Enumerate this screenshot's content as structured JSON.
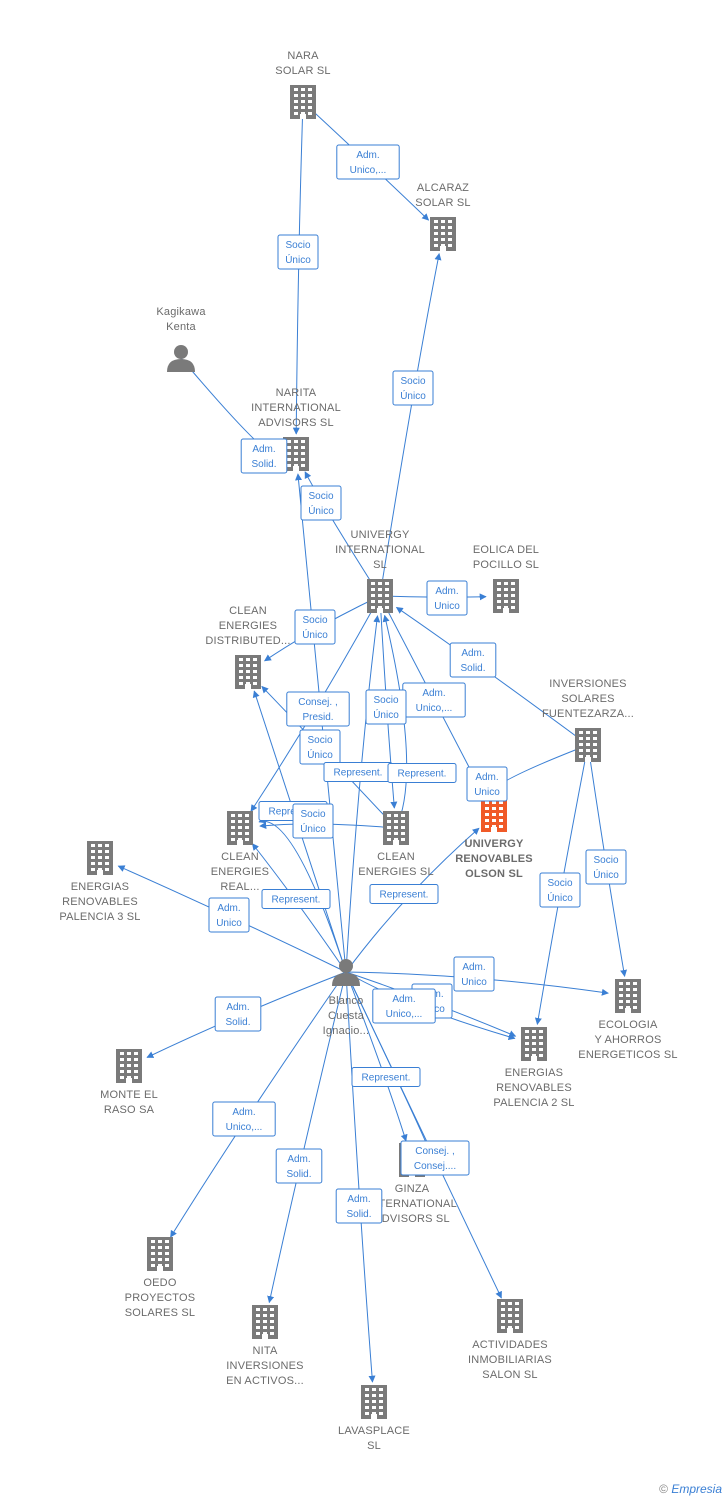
{
  "colors": {
    "edge": "#3a7fd4",
    "node": "#7a7a7a",
    "highlight": "#f05a28",
    "label": "#6b6b6b"
  },
  "nodes": [
    {
      "id": "nara",
      "type": "company",
      "label": [
        "NARA",
        "SOLAR  SL"
      ]
    },
    {
      "id": "alcaraz",
      "type": "company",
      "label": [
        "ALCARAZ",
        "SOLAR SL"
      ]
    },
    {
      "id": "kagikawa",
      "type": "person",
      "label": [
        "Kagikawa",
        "Kenta"
      ]
    },
    {
      "id": "narita",
      "type": "company",
      "label": [
        "NARITA",
        "INTERNATIONAL",
        "ADVISORS  SL"
      ]
    },
    {
      "id": "univergy_int",
      "type": "company",
      "label": [
        "UNIVERGY",
        "INTERNATIONAL",
        "SL"
      ]
    },
    {
      "id": "eolica",
      "type": "company",
      "label": [
        "EOLICA DEL",
        "POCILLO SL"
      ]
    },
    {
      "id": "clean_dist",
      "type": "company",
      "label": [
        "CLEAN",
        "ENERGIES",
        "DISTRIBUTED..."
      ]
    },
    {
      "id": "inversiones_fuente",
      "type": "company",
      "label": [
        "INVERSIONES",
        "SOLARES",
        "FUENTEZARZA..."
      ]
    },
    {
      "id": "univergy_olson",
      "type": "company",
      "highlight": true,
      "label": [
        "UNIVERGY",
        "RENOVABLES",
        "OLSON  SL"
      ]
    },
    {
      "id": "clean_real",
      "type": "company",
      "label": [
        "CLEAN",
        "ENERGIES",
        "REAL..."
      ]
    },
    {
      "id": "clean_sl",
      "type": "company",
      "label": [
        "CLEAN",
        "ENERGIES SL"
      ]
    },
    {
      "id": "energias_p3",
      "type": "company",
      "label": [
        "ENERGIAS",
        "RENOVABLES",
        "PALENCIA 3 SL"
      ]
    },
    {
      "id": "blanco",
      "type": "person",
      "label": [
        "Blanco",
        "Cuesta",
        "Ignacio..."
      ]
    },
    {
      "id": "ecologia",
      "type": "company",
      "label": [
        "ECOLOGIA",
        "Y AHORROS",
        "ENERGETICOS SL"
      ]
    },
    {
      "id": "energias_p2",
      "type": "company",
      "label": [
        "ENERGIAS",
        "RENOVABLES",
        "PALENCIA 2 SL"
      ]
    },
    {
      "id": "monte",
      "type": "company",
      "label": [
        "MONTE EL",
        "RASO SA"
      ]
    },
    {
      "id": "ginza",
      "type": "company",
      "label": [
        "GINZA",
        "INTERNATIONAL",
        "ADVISORS  SL"
      ]
    },
    {
      "id": "oedo",
      "type": "company",
      "label": [
        "OEDO",
        "PROYECTOS",
        "SOLARES  SL"
      ]
    },
    {
      "id": "nita",
      "type": "company",
      "label": [
        "NITA",
        "INVERSIONES",
        "EN ACTIVOS..."
      ]
    },
    {
      "id": "actividades",
      "type": "company",
      "label": [
        "ACTIVIDADES",
        "INMOBILIARIAS",
        "SALON SL"
      ]
    },
    {
      "id": "lavasplace",
      "type": "company",
      "label": [
        "LAVASPLACE",
        "SL"
      ]
    }
  ],
  "edges": [
    {
      "from": "nara",
      "to": "alcaraz",
      "label": [
        "Adm.",
        "Unico,..."
      ]
    },
    {
      "from": "nara",
      "to": "narita",
      "label": [
        "Socio",
        "Único"
      ]
    },
    {
      "from": "univergy_int",
      "to": "alcaraz",
      "label": [
        "Socio",
        "Único"
      ]
    },
    {
      "from": "kagikawa",
      "to": "narita",
      "label": [
        "Adm.",
        "Solid."
      ]
    },
    {
      "from": "univergy_int",
      "to": "narita",
      "label": [
        "Socio",
        "Único"
      ]
    },
    {
      "from": "univergy_int",
      "to": "eolica",
      "label": [
        "Adm.",
        "Unico"
      ]
    },
    {
      "from": "univergy_int",
      "to": "clean_dist",
      "label": [
        "Socio",
        "Único"
      ]
    },
    {
      "from": "inversiones_fuente",
      "to": "univergy_int",
      "label": [
        "Adm.",
        "Solid."
      ]
    },
    {
      "from": "univergy_int",
      "to": "univergy_olson",
      "label": [
        "Adm.",
        "Unico,..."
      ]
    },
    {
      "from": "univergy_int",
      "to": "clean_real",
      "label": [
        "Consej. ,",
        "Presid."
      ]
    },
    {
      "from": "univergy_int",
      "to": "clean_sl",
      "label": [
        "Socio",
        "Único"
      ]
    },
    {
      "from": "clean_sl",
      "to": "clean_dist",
      "label": [
        "Socio",
        "Único"
      ]
    },
    {
      "from": "blanco",
      "to": "univergy_int",
      "label": [
        "Represent."
      ]
    },
    {
      "from": "clean_sl",
      "to": "univergy_int",
      "label": [
        "Represent."
      ]
    },
    {
      "from": "inversiones_fuente",
      "to": "univergy_olson",
      "label": [
        "Adm.",
        "Unico"
      ]
    },
    {
      "from": "blanco",
      "to": "clean_real",
      "label": [
        "Represent."
      ]
    },
    {
      "from": "clean_sl",
      "to": "clean_real",
      "label": [
        "Socio",
        "Único"
      ]
    },
    {
      "from": "blanco",
      "to": "clean_real",
      "label": [
        "Represent."
      ]
    },
    {
      "from": "blanco",
      "to": "univergy_olson",
      "label": [
        "Represent."
      ]
    },
    {
      "from": "inversiones_fuente",
      "to": "energias_p2",
      "label": [
        "Socio",
        "Único"
      ]
    },
    {
      "from": "inversiones_fuente",
      "to": "ecologia",
      "label": [
        "Socio",
        "Único"
      ]
    },
    {
      "from": "blanco",
      "to": "energias_p3",
      "label": [
        "Adm.",
        "Unico"
      ]
    },
    {
      "from": "blanco",
      "to": "ecologia",
      "label": [
        "Adm.",
        "Unico"
      ]
    },
    {
      "from": "blanco",
      "to": "energias_p2",
      "label": [
        "Adm.",
        "Unico"
      ]
    },
    {
      "from": "blanco",
      "to": "energias_p2",
      "label": [
        "Adm.",
        "Unico,..."
      ]
    },
    {
      "from": "blanco",
      "to": "monte",
      "label": [
        "Adm.",
        "Solid."
      ]
    },
    {
      "from": "blanco",
      "to": "ginza",
      "label": [
        "Represent."
      ]
    },
    {
      "from": "blanco",
      "to": "ginza",
      "label": [
        "Consej. ,",
        "Consej...."
      ]
    },
    {
      "from": "blanco",
      "to": "oedo",
      "label": [
        "Adm.",
        "Unico,..."
      ]
    },
    {
      "from": "blanco",
      "to": "nita",
      "label": [
        "Adm.",
        "Solid."
      ]
    },
    {
      "from": "blanco",
      "to": "lavasplace",
      "label": [
        "Adm.",
        "Solid."
      ]
    },
    {
      "from": "blanco",
      "to": "actividades",
      "label": []
    },
    {
      "from": "blanco",
      "to": "narita",
      "label": []
    },
    {
      "from": "blanco",
      "to": "clean_dist",
      "label": []
    }
  ],
  "footer": {
    "copyright": "©",
    "brand": "Empresia"
  }
}
